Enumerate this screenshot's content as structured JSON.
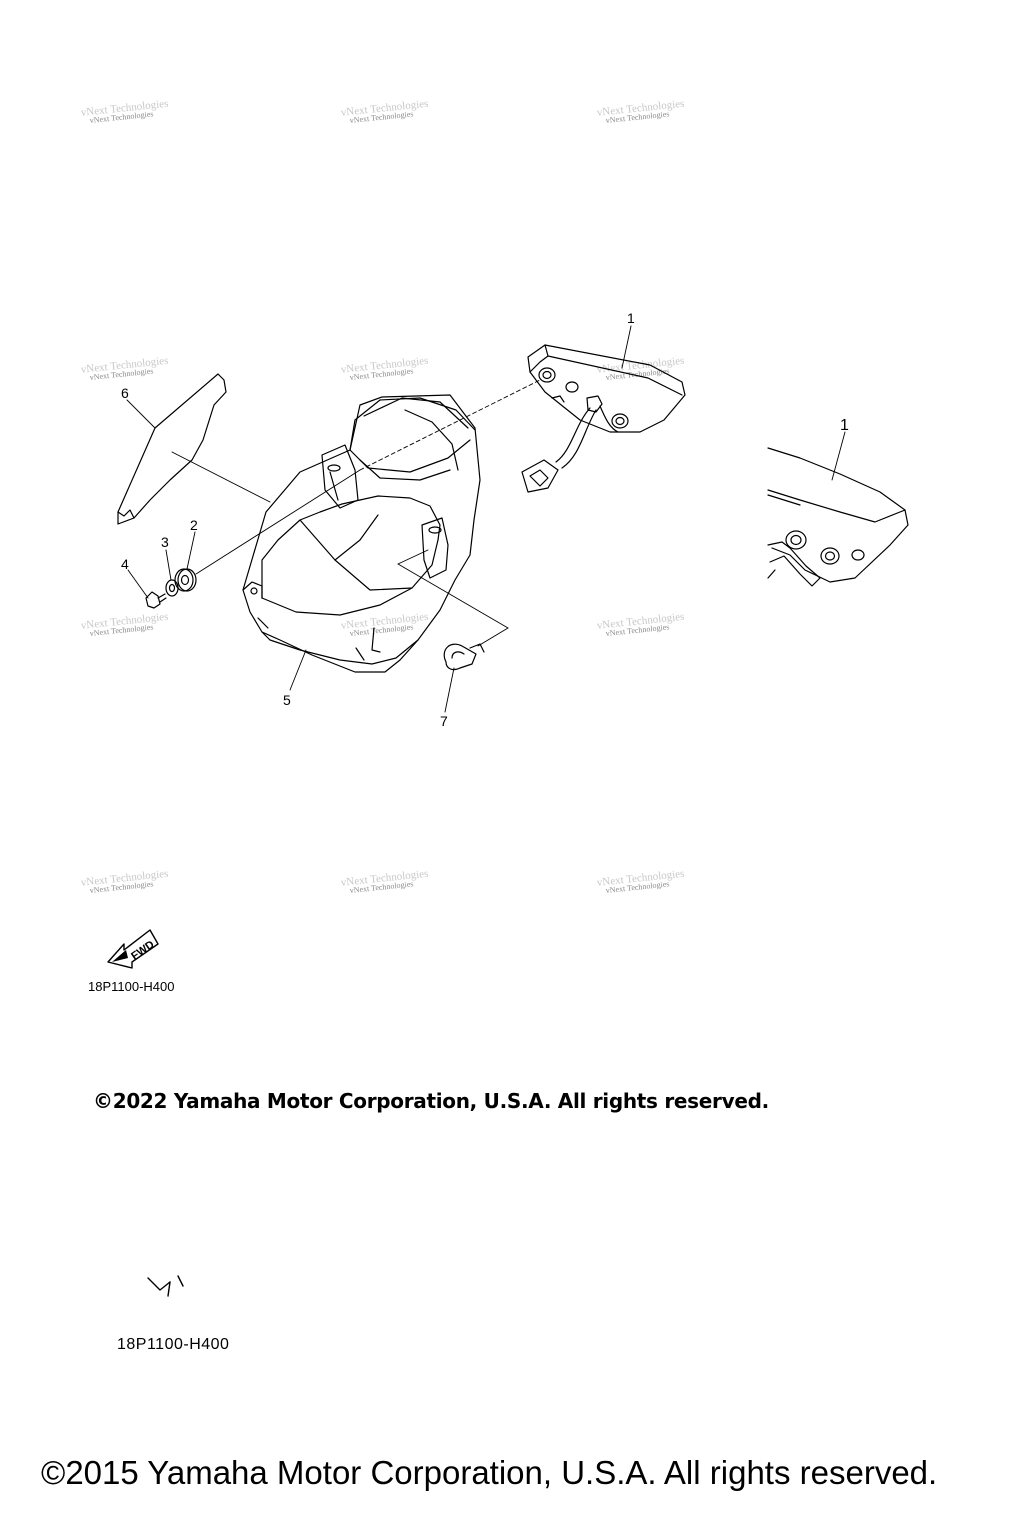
{
  "watermark": {
    "text": "vNext Technologies",
    "shadow_text": "vNext Technologies"
  },
  "callouts": {
    "c1": "1",
    "c1b": "1",
    "c2": "2",
    "c3": "3",
    "c4": "4",
    "c5": "5",
    "c6": "6",
    "c7": "7"
  },
  "fwd_label": "FWD",
  "part_code_top": "18P1100-H400",
  "copyright_top": "©2022 Yamaha Motor Corporation, U.S.A. All rights reserved.",
  "part_code_bottom": "18P1100-H400",
  "copyright_bottom": "©2015 Yamaha Motor Corporation, U.S.A. All rights reserved.",
  "colors": {
    "line": "#000000",
    "background": "#ffffff",
    "watermark": "#8a8a8a"
  }
}
